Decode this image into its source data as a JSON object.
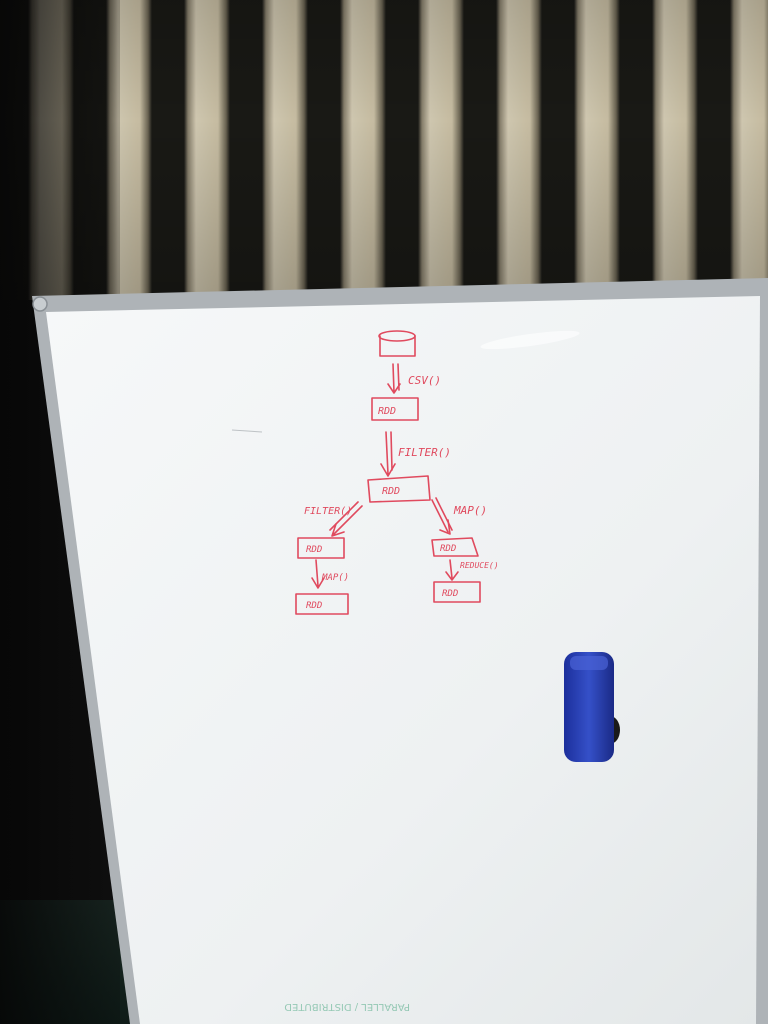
{
  "scene": {
    "subject": "whiteboard",
    "colors": {
      "marker": "#e04a5e",
      "board": "#f3f5f6",
      "frame": "#b8bcc0",
      "eraser": "#2a3fb0",
      "faint_writing": "#3fa37a"
    }
  },
  "diagram": {
    "nodes": [
      {
        "id": "source",
        "label": "",
        "icon": "database-icon"
      },
      {
        "id": "rdd1",
        "label": "RDD"
      },
      {
        "id": "rdd2",
        "label": "RDD"
      },
      {
        "id": "rdd3",
        "label": "RDD"
      },
      {
        "id": "rdd4",
        "label": "RDD"
      },
      {
        "id": "rdd5",
        "label": "RDD"
      },
      {
        "id": "rdd6",
        "label": "RDD"
      }
    ],
    "edges": [
      {
        "from": "source",
        "to": "rdd1",
        "label": "CSV()"
      },
      {
        "from": "rdd1",
        "to": "rdd2",
        "label": "FILTER()"
      },
      {
        "from": "rdd2",
        "to": "rdd3",
        "label": "FILTER()"
      },
      {
        "from": "rdd2",
        "to": "rdd4",
        "label": "MAP()"
      },
      {
        "from": "rdd3",
        "to": "rdd5",
        "label": "MAP()"
      },
      {
        "from": "rdd4",
        "to": "rdd6",
        "label": "REDUCE()"
      }
    ]
  },
  "faint_text": "PARALLEL / DISTRIBUTED"
}
